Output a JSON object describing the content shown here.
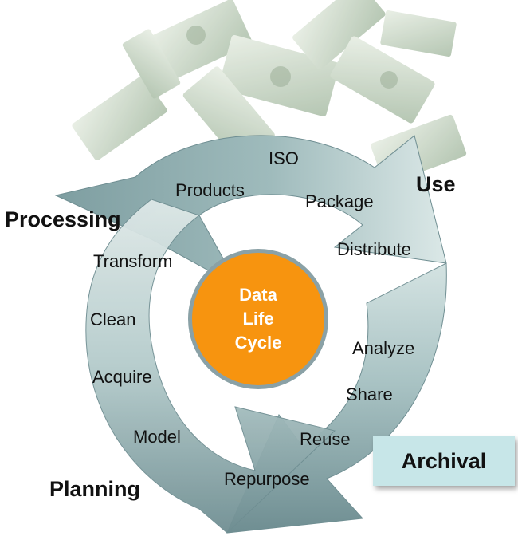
{
  "center": {
    "lines": [
      "Data",
      "Life",
      "Cycle"
    ]
  },
  "stages": {
    "use": "Use",
    "processing": "Processing",
    "planning": "Planning",
    "archival": "Archival"
  },
  "steps": {
    "iso": "ISO",
    "products": "Products",
    "package": "Package",
    "distribute": "Distribute",
    "transform": "Transform",
    "clean": "Clean",
    "acquire": "Acquire",
    "model": "Model",
    "analyze": "Analyze",
    "share": "Share",
    "reuse": "Reuse",
    "repurpose": "Repurpose"
  },
  "colors": {
    "cycle_dark": "#6f8e92",
    "cycle_light": "#c9dcdc",
    "center_fill": "#f7940f",
    "center_border": "#8aa1a6",
    "archival_box": "#c7e6e8",
    "money_green": "#b9c9b2"
  },
  "background_graphic": "falling-money-bills"
}
